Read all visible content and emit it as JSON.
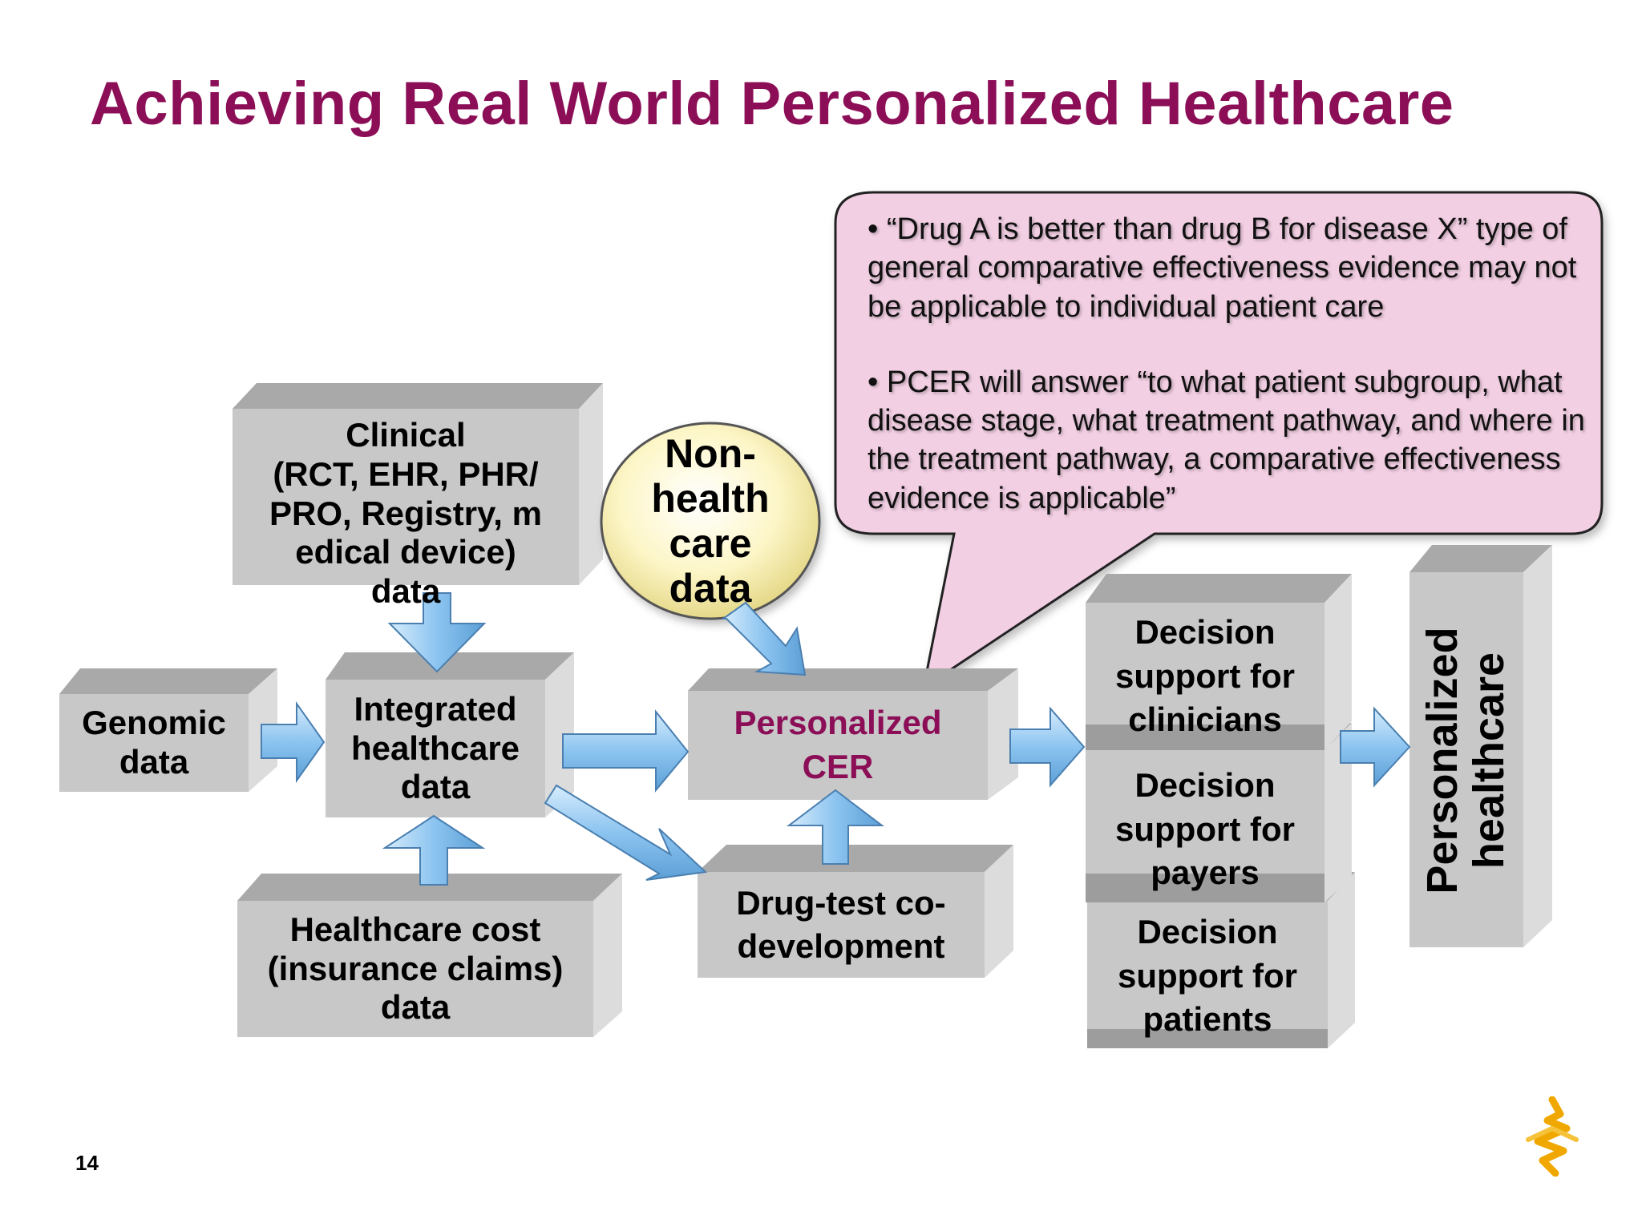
{
  "slide": {
    "title": "Achieving Real World Personalized Healthcare",
    "page_number": "14"
  },
  "boxes": {
    "clinical": "Clinical\n(RCT, EHR, PHR/\nPRO, Registry, m\nedical device)\ndata",
    "non_health": "Non-\nhealth\ncare\ndata",
    "genomic": "Genomic\ndata",
    "integrated": "Integrated\nhealthcare\ndata",
    "healthcare_cost": "Healthcare cost\n(insurance claims)\ndata",
    "pcer": "Personalized\nCER",
    "drug_test": "Drug-test co-\ndevelopment",
    "ds_clinicians": "Decision\nsupport for\nclinicians",
    "ds_payers": "Decision\nsupport for\npayers",
    "ds_patients": "Decision\nsupport for\npatients",
    "personalized_healthcare": "Personalized\nhealthcare"
  },
  "callout": {
    "bullet1": "• “Drug A is better than drug B for disease X” type of general comparative effectiveness evidence may not be applicable to individual patient care",
    "bullet2": "• PCER will answer “to what patient subgroup, what disease stage, what treatment pathway, and where in the treatment pathway, a comparative effectiveness evidence is applicable”"
  },
  "colors": {
    "title": "#8b0e57",
    "pcer_text": "#8b0e57",
    "box_front": "#c8c8c8",
    "box_top": "#a9a9a9",
    "box_side": "#dadada",
    "arrow": "#8cc4f0",
    "callout_fill": "#f2cfe3",
    "ellipse_fill": "#fdf6c8"
  }
}
